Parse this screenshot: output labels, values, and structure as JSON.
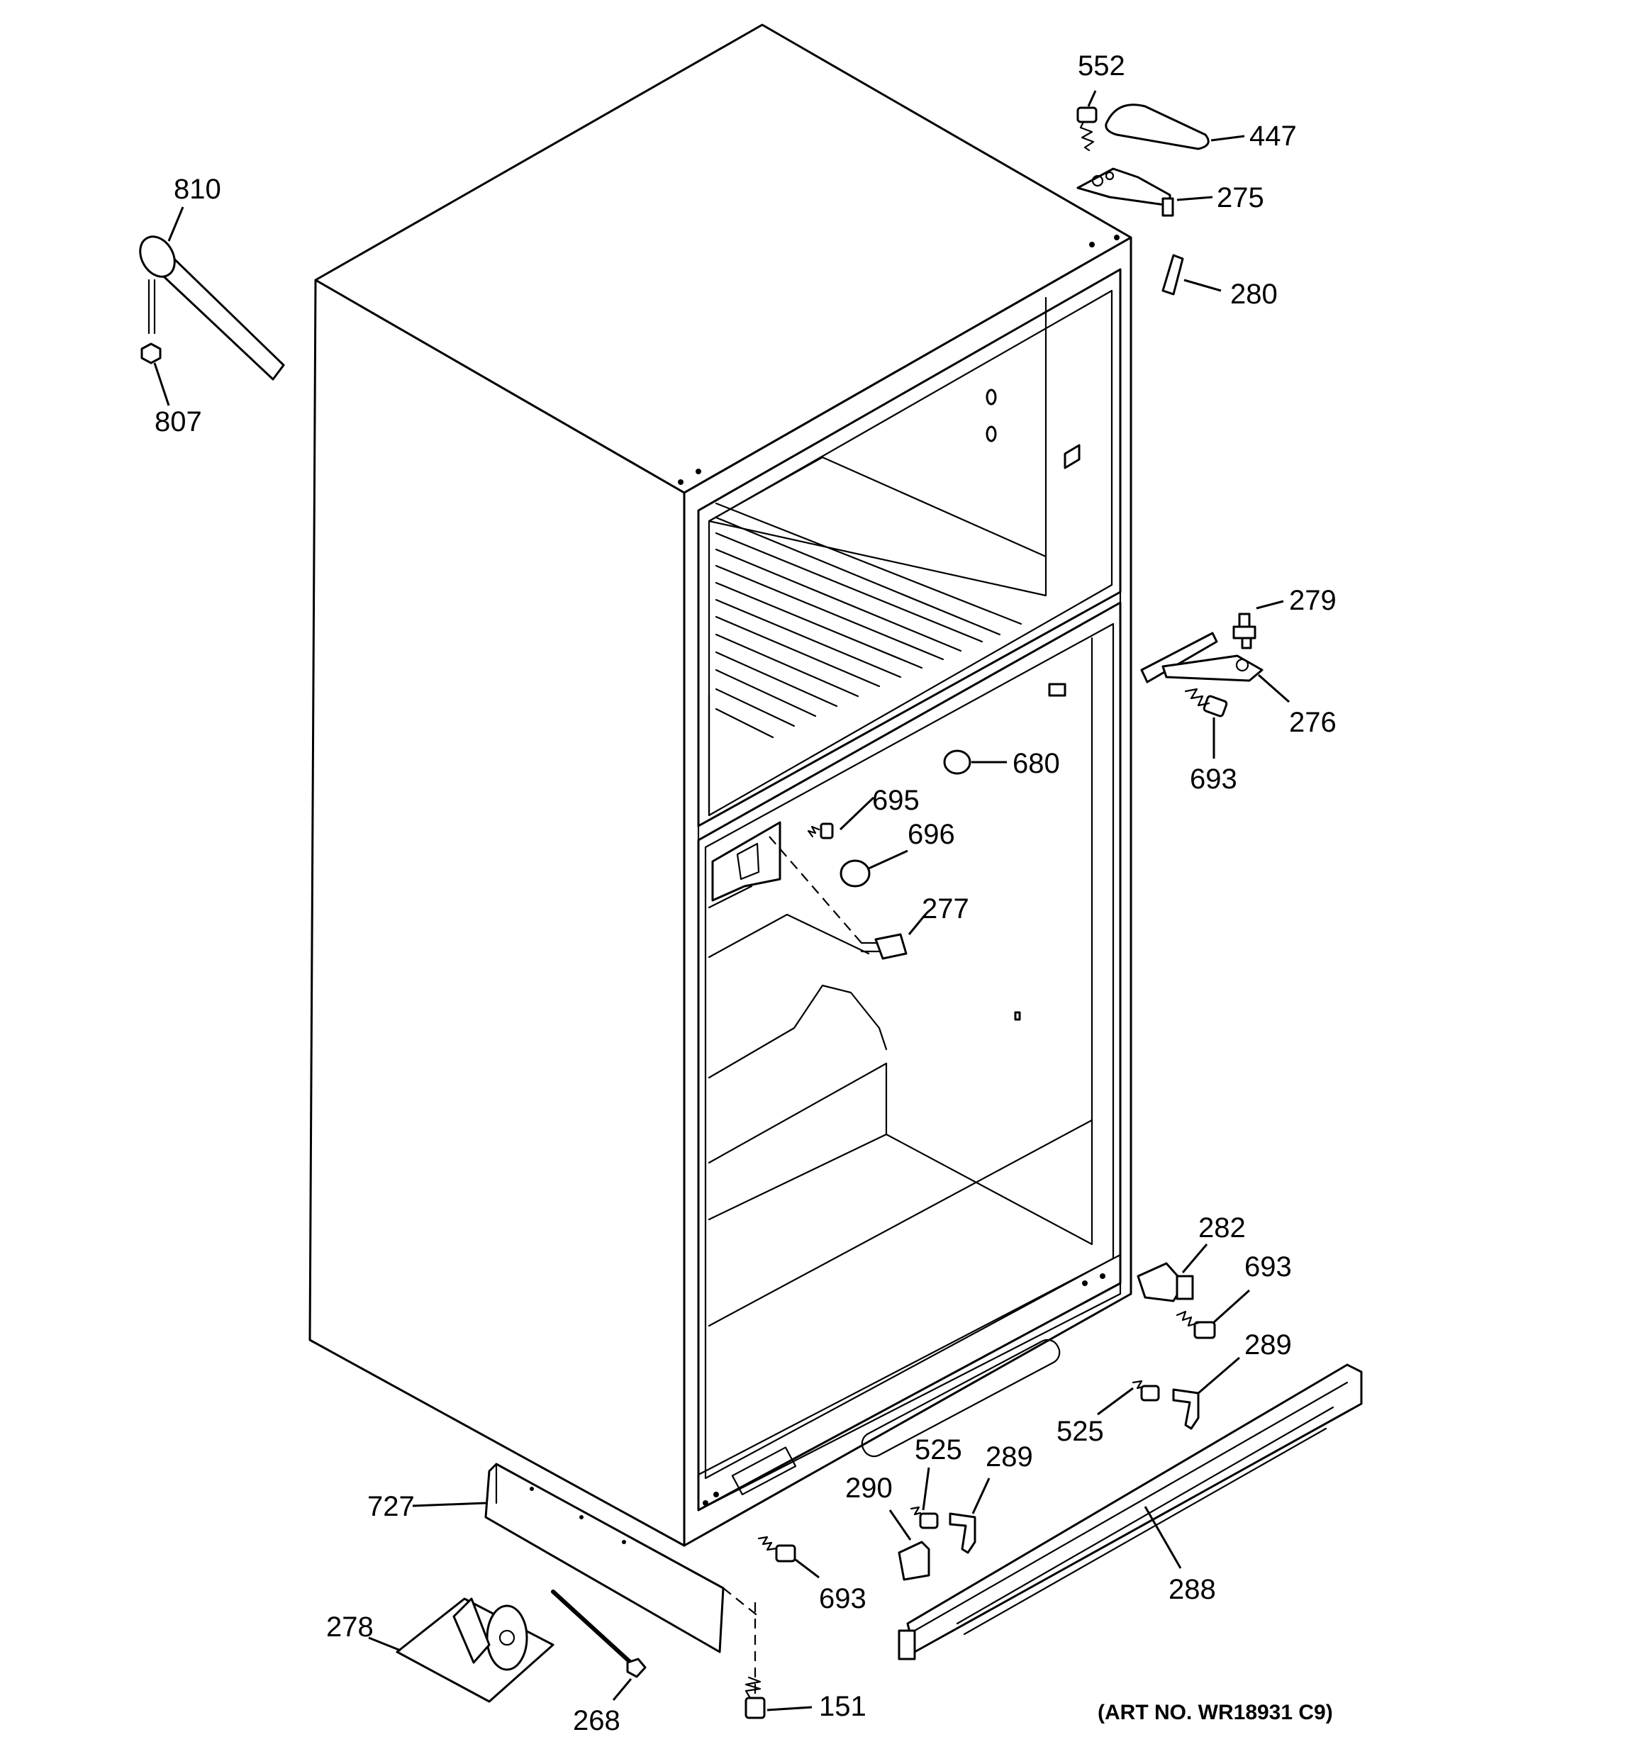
{
  "diagram": {
    "art_number": "(ART NO. WR18931 C9)",
    "callouts": [
      {
        "id": "c552",
        "label": "552"
      },
      {
        "id": "c447",
        "label": "447"
      },
      {
        "id": "c275",
        "label": "275"
      },
      {
        "id": "c280",
        "label": "280"
      },
      {
        "id": "c810",
        "label": "810"
      },
      {
        "id": "c807",
        "label": "807"
      },
      {
        "id": "c279",
        "label": "279"
      },
      {
        "id": "c276",
        "label": "276"
      },
      {
        "id": "c693a",
        "label": "693"
      },
      {
        "id": "c680",
        "label": "680"
      },
      {
        "id": "c695",
        "label": "695"
      },
      {
        "id": "c696",
        "label": "696"
      },
      {
        "id": "c277",
        "label": "277"
      },
      {
        "id": "c282",
        "label": "282"
      },
      {
        "id": "c693b",
        "label": "693"
      },
      {
        "id": "c289a",
        "label": "289"
      },
      {
        "id": "c525a",
        "label": "525"
      },
      {
        "id": "c525b",
        "label": "525"
      },
      {
        "id": "c289b",
        "label": "289"
      },
      {
        "id": "c290",
        "label": "290"
      },
      {
        "id": "c288",
        "label": "288"
      },
      {
        "id": "c727",
        "label": "727"
      },
      {
        "id": "c693c",
        "label": "693"
      },
      {
        "id": "c278",
        "label": "278"
      },
      {
        "id": "c268",
        "label": "268"
      },
      {
        "id": "c151",
        "label": "151"
      }
    ]
  }
}
